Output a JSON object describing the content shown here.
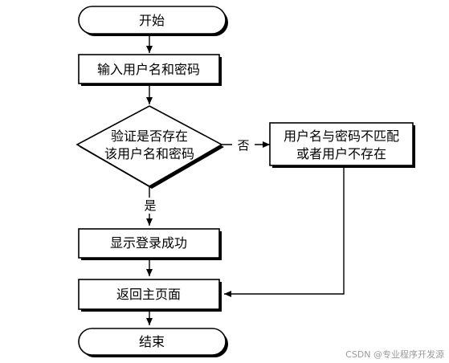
{
  "flowchart": {
    "start": "开始",
    "input": "输入用户名和密码",
    "decision_line1": "验证是否存在",
    "decision_line2": "该用户名和密码",
    "no_label": "否",
    "yes_label": "是",
    "error_line1": "用户名与密码不匹配",
    "error_line2": "或者用户不存在",
    "success": "显示登录成功",
    "return": "返回主页面",
    "end": "结束"
  },
  "watermark": "CSDN @专业程序开发源"
}
